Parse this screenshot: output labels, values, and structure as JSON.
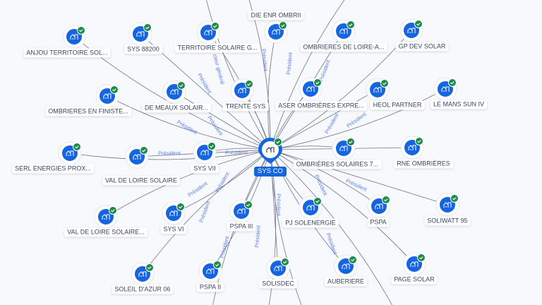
{
  "colors": {
    "node": "#1565e0",
    "check": "#1e8a4c",
    "edge": "#6f7486",
    "edge_label": "#5b7ee6",
    "background": "#f7f9fc"
  },
  "center": {
    "label": "SYS CO",
    "icon": "building-icon"
  },
  "nodes": [
    {
      "label": "ANJOU TERRITOIRE SOL..."
    },
    {
      "label": "SYS 88200"
    },
    {
      "label": "TERRITOIRE SOLAIRE G..."
    },
    {
      "label": "DIE ENR OMBRII"
    },
    {
      "label": "OMBRIERES DE LOIRE-A..."
    },
    {
      "label": "GP DEV SOLAR"
    },
    {
      "label": "OMBRIERES EN FINISTE..."
    },
    {
      "label": "DE MEAUX SOLAIR..."
    },
    {
      "label": "TRENTE SYS"
    },
    {
      "label": "ASER OMBRIÈRES EXPRE..."
    },
    {
      "label": "HEOL PARTNER"
    },
    {
      "label": "LE MANS SUN IV"
    },
    {
      "label": "SERL ENERGIES PROX..."
    },
    {
      "label": "VAL DE LOIRE SOLAIRE"
    },
    {
      "label": "SYS VII"
    },
    {
      "label": "OMBRIÈRES SOLAIRES 7..."
    },
    {
      "label": "RNE OMBRIÈRES"
    },
    {
      "label": "VAL DE LOIRE SOLAIRE..."
    },
    {
      "label": "SYS VI"
    },
    {
      "label": "PSPA III"
    },
    {
      "label": "PJ SOLENERGIE"
    },
    {
      "label": "PSPA"
    },
    {
      "label": "SOLIWATT 95"
    },
    {
      "label": "SOLEIL D'AZUR 06"
    },
    {
      "label": "PSPA II"
    },
    {
      "label": "SOLISDEC"
    },
    {
      "label": "AUBERIERE"
    },
    {
      "label": "PAGE SOLAR"
    }
  ],
  "edge_labels": [
    "Président",
    "Président",
    "cteur général",
    "Président",
    "Président",
    "Président",
    "Président",
    "Président",
    "Président",
    "Président",
    "Président",
    "Président",
    "Président",
    "Président",
    "Président",
    "Président",
    "Président",
    "Président",
    "Président",
    "Président"
  ]
}
